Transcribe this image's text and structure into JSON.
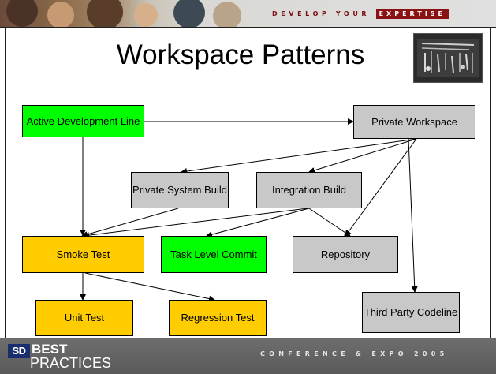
{
  "header": {
    "tagline_a": "DEVELOP YOUR",
    "tagline_b": "EXPERTISE"
  },
  "title": "Workspace Patterns",
  "nodes": {
    "active_dev_line": "Active Development Line",
    "private_workspace": "Private Workspace",
    "private_system_build": "Private System Build",
    "integration_build": "Integration Build",
    "smoke_test": "Smoke Test",
    "task_level_commit": "Task Level Commit",
    "repository": "Repository",
    "unit_test": "Unit Test",
    "regression_test": "Regression Test",
    "third_party_codeline": "Third Party Codeline"
  },
  "footer": {
    "logo_sd": "SD",
    "logo_best": "BEST",
    "logo_practices": "PRACTICES",
    "tagline": "CONFERENCE & EXPO 2005"
  },
  "colors": {
    "green": "#00ff00",
    "orange": "#ffcc00",
    "gray": "#c8c8c8"
  }
}
